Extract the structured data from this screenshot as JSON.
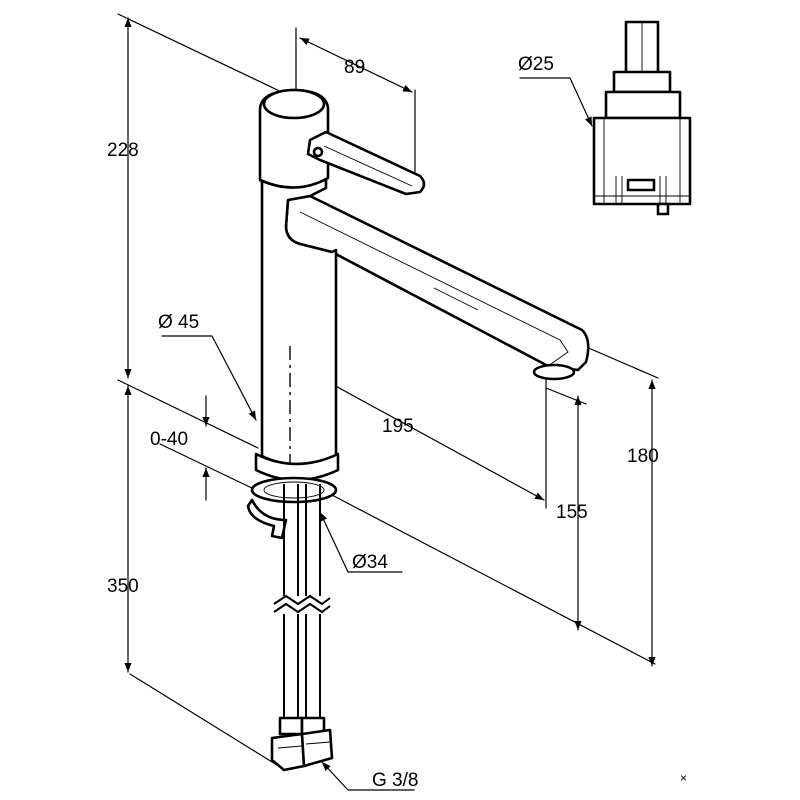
{
  "dimensions": {
    "upper_height": "228",
    "handle_length": "89",
    "cartridge_diameter": "Ø25",
    "body_diameter": "Ø 45",
    "countertop_thickness": "0-40",
    "spout_reach": "195",
    "spout_height": "180",
    "outlet_height": "155",
    "hole_diameter": "Ø34",
    "hose_length": "350",
    "connection_thread": "G 3/8"
  },
  "corner_mark": "×"
}
